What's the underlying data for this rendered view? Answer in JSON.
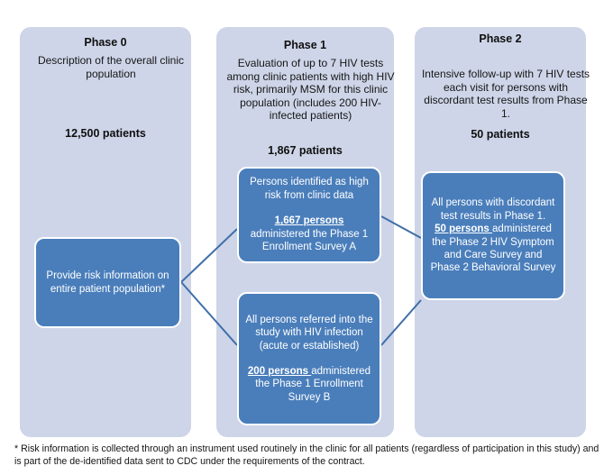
{
  "phases": [
    {
      "id": "phase0",
      "title": "Phase 0",
      "description": "Description of the overall clinic population",
      "count": "12,500 patients"
    },
    {
      "id": "phase1",
      "title": "Phase 1",
      "description": "Evaluation of up to 7 HIV tests among clinic patients with high HIV risk, primarily MSM for this clinic population (includes 200 HIV-infected patients)",
      "count": "1,867 patients"
    },
    {
      "id": "phase2",
      "title": "Phase 2",
      "description": "Intensive follow-up with 7 HIV tests each visit for persons with discordant test results from Phase 1.",
      "count": "50 patients"
    }
  ],
  "boxes": {
    "risk_info": {
      "line1": "Provide risk information on entire patient population*"
    },
    "high_risk": {
      "line1": "Persons identified as high risk from clinic data",
      "emph": "1,667 persons",
      "line2": "administered the Phase 1 Enrollment Survey A"
    },
    "referred": {
      "line1": "All persons  referred into the study  with HIV infection (acute or established)",
      "emph": "200 persons ",
      "line2": "administered the Phase 1 Enrollment Survey B"
    },
    "discordant": {
      "line1": "All persons with discordant test results in Phase 1.",
      "emph": "50 persons ",
      "line2": "administered the Phase 2 HIV Symptom and Care Survey and Phase 2 Behavioral Survey"
    }
  },
  "footnote": {
    "text": "* Risk information is collected through an instrument used routinely in the clinic for all patients (regardless of participation in this study) and is part of the de-identified data sent to CDC under the requirements of the contract."
  },
  "colors": {
    "panel_background": "#ced5e8",
    "box_fill": "#4a7ebb",
    "box_border": "#ffffff",
    "connector": "#3f6fa8",
    "text_dark": "#141414",
    "text_light": "#ffffff",
    "page_background": "#ffffff"
  }
}
